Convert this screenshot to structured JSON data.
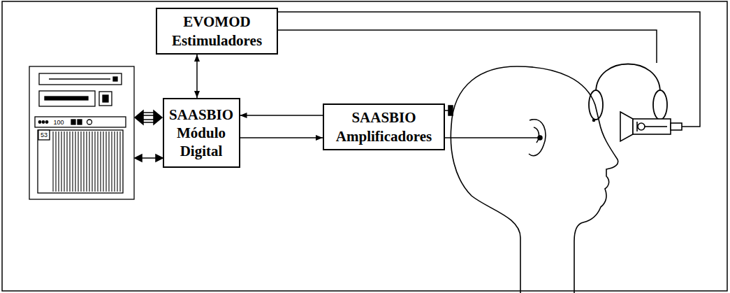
{
  "diagram": {
    "nodes": [
      {
        "text": [
          "EVOMOD Estimuladores"
        ]
      },
      {
        "text": [
          "SAASBIO Módulo Digital"
        ]
      },
      {
        "text": [
          "SAASBIO Amplificadores"
        ]
      }
    ],
    "edges": [
      {
        "from": 0,
        "to": 1,
        "arrow": "both"
      },
      {
        "from": 2,
        "to": 1,
        "arrow": "to"
      },
      {
        "from": 1,
        "to": 2,
        "arrow": "to"
      }
    ],
    "labels": [
      "100",
      "53"
    ]
  }
}
